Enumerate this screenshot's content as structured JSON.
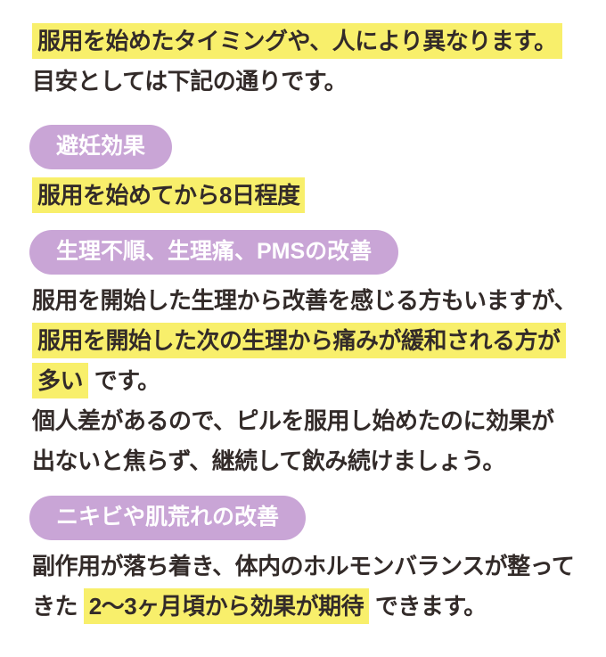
{
  "theme": {
    "background_color": "#ffffff",
    "text_color": "#332B29",
    "highlight_color": "#F8EF6B",
    "badge_color": "#C9A5D6",
    "badge_text_color": "#ffffff"
  },
  "intro": {
    "lines": [
      [
        {
          "text": "服用を始めたタイミングや、人により異なります。",
          "highlight": true
        }
      ],
      [
        {
          "text": "目安としては下記の通りです。",
          "highlight": false
        }
      ]
    ]
  },
  "sections": [
    {
      "badge": "避妊効果",
      "lines": [
        [
          {
            "text": "服用を始めてから8日程度",
            "highlight": true
          }
        ]
      ]
    },
    {
      "badge": "生理不順、生理痛、PMSの改善",
      "lines": [
        [
          {
            "text": "服用を開始した生理から改善を感じる方もいますが、",
            "highlight": false
          }
        ],
        [
          {
            "text": "服用を開始した次の生理から痛みが緩和される方が",
            "highlight": true
          }
        ],
        [
          {
            "text": "多い",
            "highlight": true
          },
          {
            "text": " です。",
            "highlight": false
          }
        ],
        [
          {
            "text": "個人差があるので、ピルを服用し始めたのに効果が",
            "highlight": false
          }
        ],
        [
          {
            "text": "出ないと焦らず、継続して飲み続けましょう。",
            "highlight": false
          }
        ]
      ]
    },
    {
      "badge": "ニキビや肌荒れの改善",
      "lines": [
        [
          {
            "text": "副作用が落ち着き、体内のホルモンバランスが整って",
            "highlight": false
          }
        ],
        [
          {
            "text": "きた ",
            "highlight": false
          },
          {
            "text": "2〜3ヶ月頃から効果が期待",
            "highlight": true
          },
          {
            "text": " できます。",
            "highlight": false
          }
        ]
      ]
    }
  ]
}
